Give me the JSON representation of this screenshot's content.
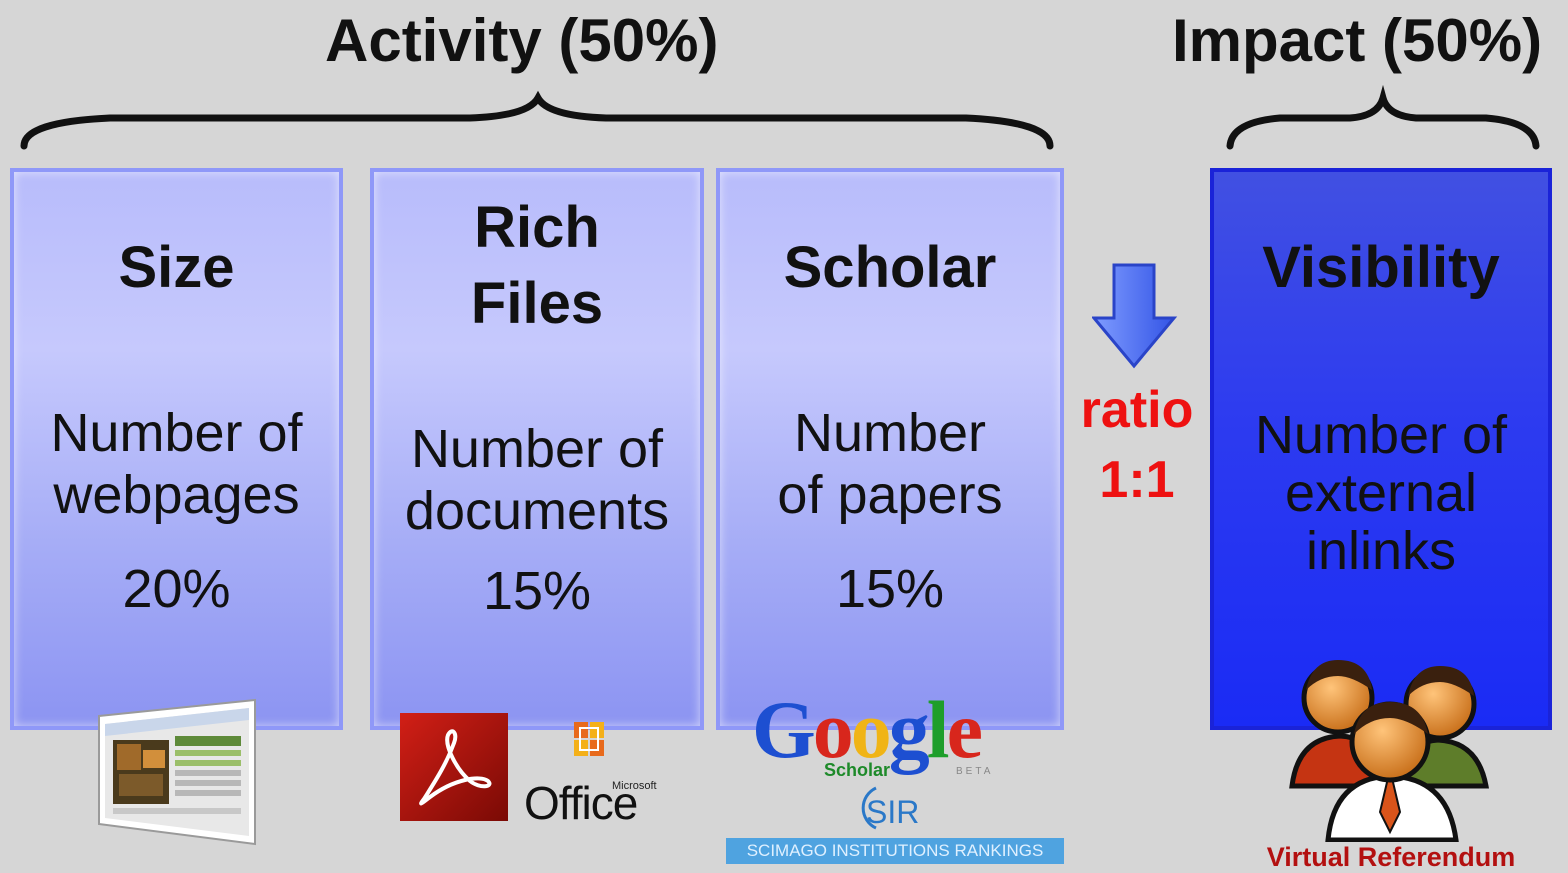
{
  "headings": {
    "activity": "Activity (50%)",
    "impact": "Impact (50%)"
  },
  "columns": [
    {
      "title": "Size",
      "description": "Number of webpages",
      "weight": "20%"
    },
    {
      "title": "Rich Files",
      "description": "Number of documents",
      "weight": "15%"
    },
    {
      "title": "Scholar",
      "description": "Number of papers",
      "weight": "15%"
    },
    {
      "title": "Visibility",
      "description": "Number of external inlinks"
    }
  ],
  "ratio": {
    "label": "ratio",
    "value": "1:1"
  },
  "logos": {
    "office": {
      "brand": "Microsoft",
      "name": "Office"
    },
    "google": {
      "name": "Google",
      "product": "Scholar",
      "beta": "BETA"
    },
    "sir": {
      "name": "SIR",
      "banner": "SCIMAGO INSTITUTIONS RANKINGS"
    }
  },
  "caption": "Virtual Referendum",
  "colors": {
    "light_column": "#b8bcfb",
    "dark_column": "#2d3bf0",
    "ratio_text": "#ee1111",
    "arrow": "#4a6ef0",
    "caption_text": "#b31010"
  }
}
